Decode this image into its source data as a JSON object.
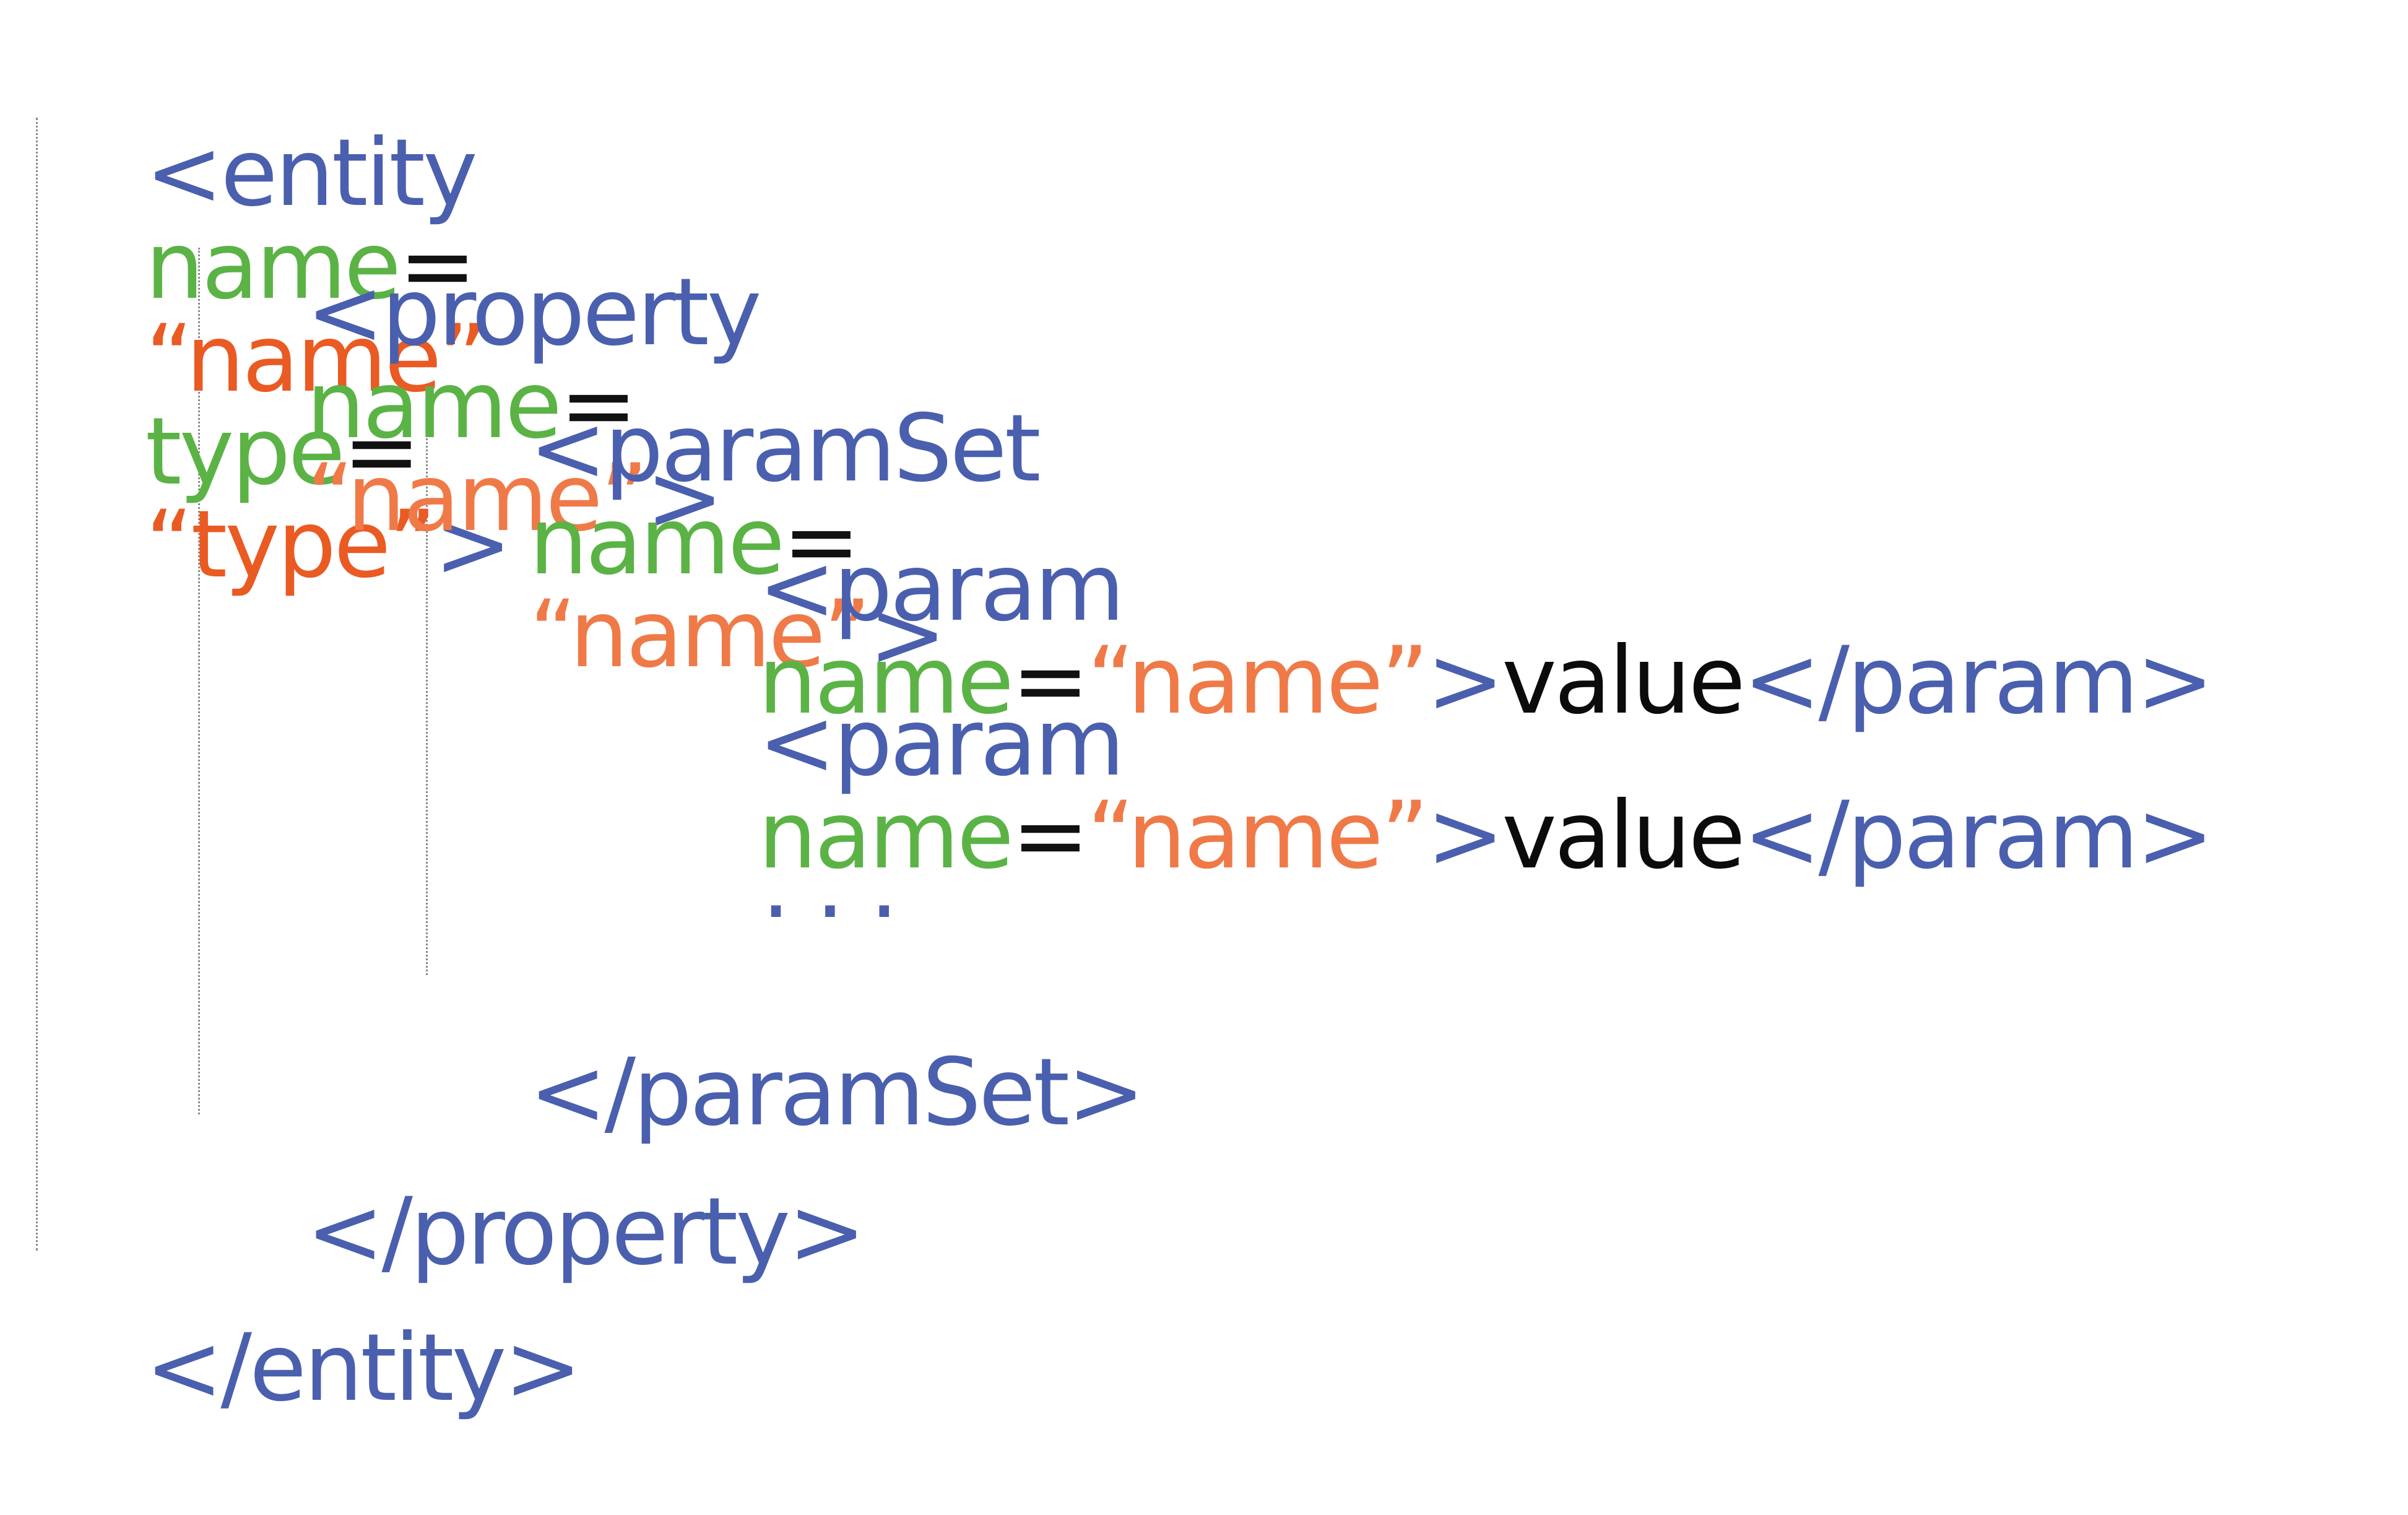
{
  "colors": {
    "tag": "#4a5fae",
    "attribute": "#5bb346",
    "equals": "#111111",
    "value_entity": "#ea5a23",
    "value": "#ef7a48",
    "text": "#0b0b0b",
    "guide": "#8a8a8a"
  },
  "code": {
    "entity_open": {
      "tag_open": "<entity",
      "attr1": "name",
      "eq1": "=",
      "val1": "“name”",
      "attr2": "type",
      "eq2": "=",
      "val2": "“type”",
      "close": ">"
    },
    "property_open": {
      "tag_open": "<property",
      "attr1": "name",
      "eq1": "=",
      "val1": "“name”",
      "close": ">"
    },
    "paramset_open": {
      "tag_open": "<paramSet",
      "attr1": "name",
      "eq1": "=",
      "val1": "“name”",
      "close": ">"
    },
    "param_lines": [
      {
        "tag_open": "<param",
        "attr1": "name",
        "eq1": "=",
        "val1": "“name”",
        "close": ">",
        "content": "value",
        "end_tag": "</param>"
      },
      {
        "tag_open": "<param",
        "attr1": "name",
        "eq1": "=",
        "val1": "“name”",
        "close": ">",
        "content": "value",
        "end_tag": "</param>"
      }
    ],
    "ellipsis": ". . .",
    "paramset_close": "</paramSet>",
    "property_close": "</property>",
    "entity_close": "</entity>"
  }
}
